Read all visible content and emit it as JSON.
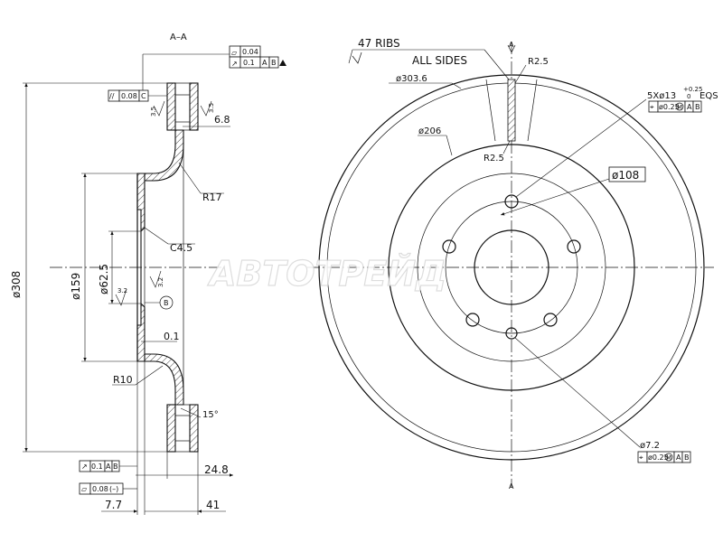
{
  "section": {
    "label": "A–A",
    "outer_diameter": "ø308",
    "hub_diameter": "ø159",
    "center_bore": "ø62.5",
    "radius_1": "R17",
    "radius_2": "R10",
    "chamfer": "C4.5",
    "offset": "6.8",
    "thickness": "24.8",
    "hat_height": "41",
    "hat_wall": "7.7",
    "runout": "0.1",
    "angle": "15°",
    "rough_1": "3.5",
    "rough_2": "3.5",
    "rough_3": "3.2",
    "rough_4": "3.2",
    "datum_b": "B",
    "fcf_flat": [
      "⏥",
      "0.04"
    ],
    "fcf_runout_top": [
      "↗",
      "0.1",
      "A",
      "B"
    ],
    "fcf_parallel": [
      "//",
      "0.08",
      "C"
    ],
    "fcf_runout_bottom": [
      "↗",
      "0.1",
      "A",
      "B"
    ],
    "fcf_flat_bottom": [
      "⏥",
      "0.08",
      "(–)"
    ]
  },
  "front": {
    "ribs_label": "47  RIBS",
    "sides_label": "ALL  SIDES",
    "rib_radius_top": "R2.5",
    "rib_radius_bottom": "R2.5",
    "friction_diameter": "ø303.6",
    "inner_diameter": "ø206",
    "pcd": "ø108",
    "bolt_holes": "5Xø13",
    "bolt_tol_upper": "+0.25",
    "bolt_tol_lower": "0",
    "bolt_eqs": "EQS",
    "bolt_fcf": [
      "⌖",
      "ø0.25",
      "M",
      "A",
      "B"
    ],
    "pin_hole": "ø7.2",
    "pin_fcf": [
      "⌖",
      "ø0.25",
      "M",
      "A",
      "B"
    ],
    "section_mark_top": "A",
    "section_mark_bottom": "A"
  },
  "watermark": "АВТОТРЕЙД"
}
